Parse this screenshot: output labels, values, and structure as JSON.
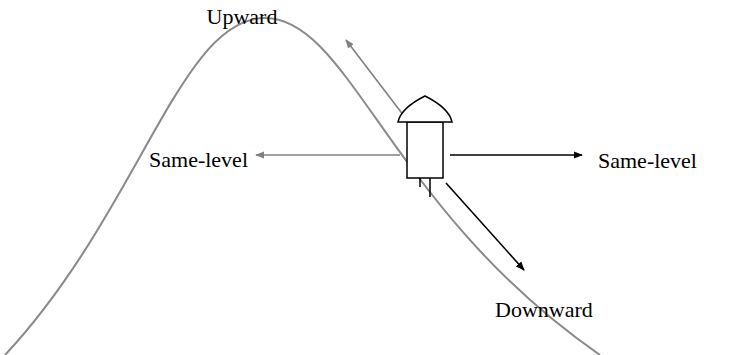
{
  "diagram": {
    "labels": [
      "Upward",
      "Same-level",
      "Same-level",
      "Downward"
    ]
  }
}
